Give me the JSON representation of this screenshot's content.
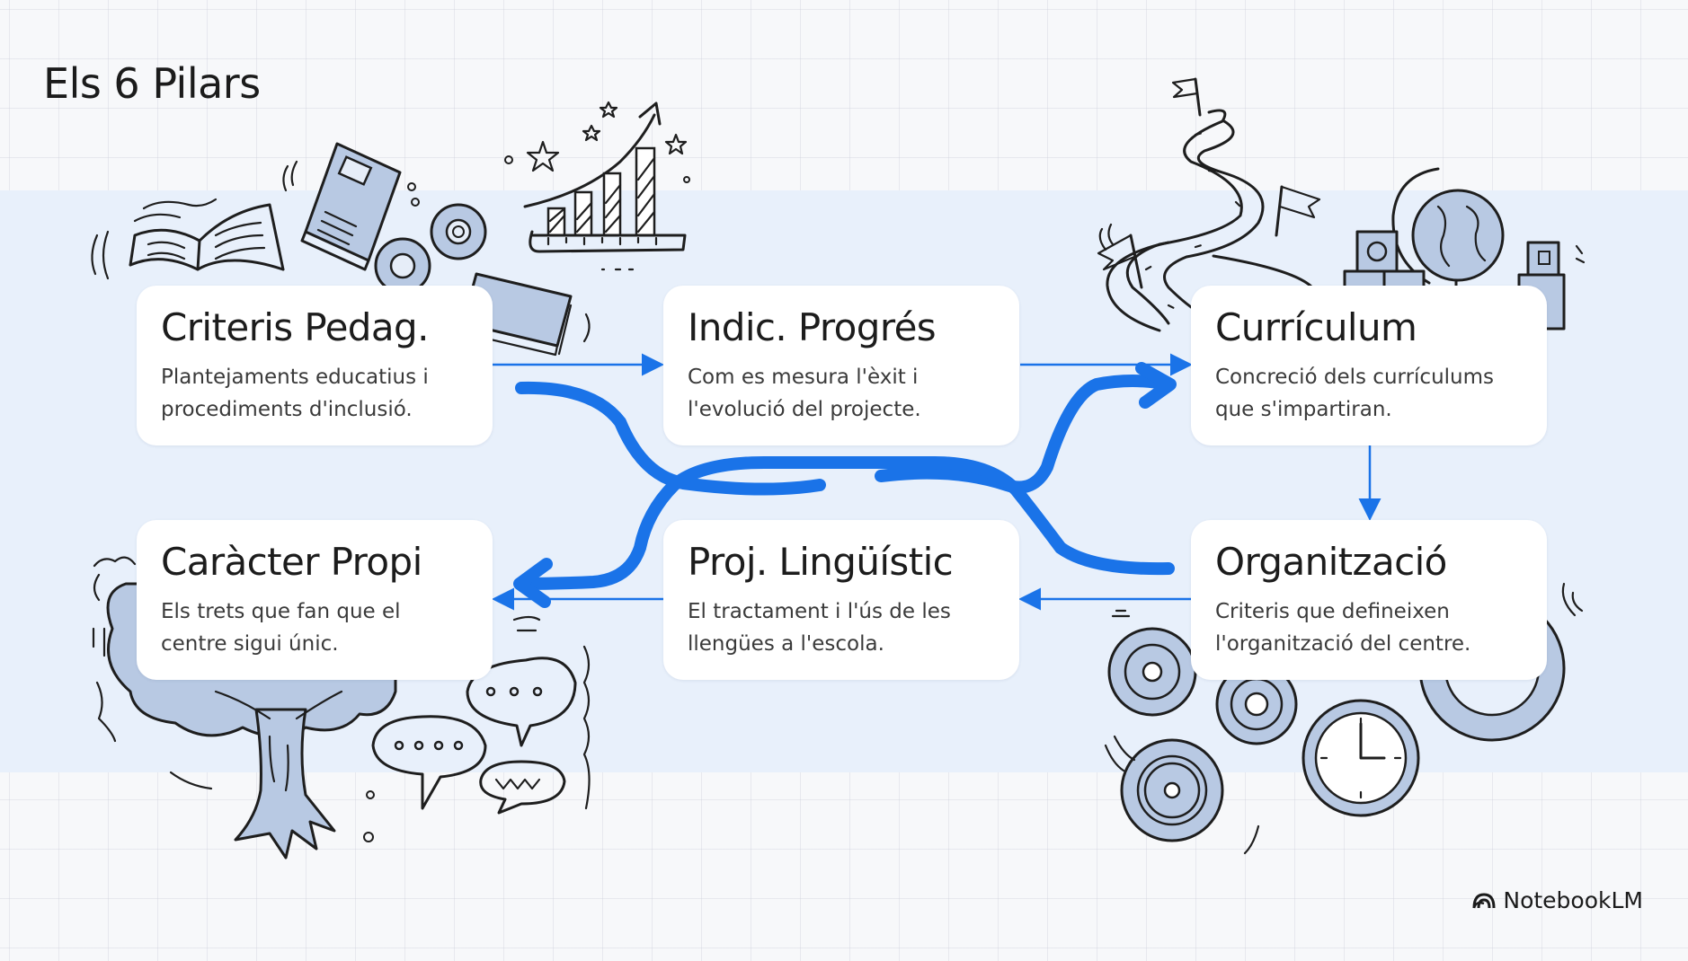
{
  "slide": {
    "title": "Els 6 Pilars",
    "accent_color": "#1a73e8",
    "band_color": "#e8f0fb"
  },
  "pillars": [
    {
      "title": "Criteris Pedag.",
      "description": "Plantejaments educatius i procediments d'inclusió.",
      "illustration": "books-and-gears"
    },
    {
      "title": "Indic. Progrés",
      "description": "Com es mesura l'èxit i l'evolució del projecte.",
      "illustration": "bar-chart-growth"
    },
    {
      "title": "Currículum",
      "description": "Concreció dels currículums que s'impartiran.",
      "illustration": "winding-road-and-globe"
    },
    {
      "title": "Caràcter Propi",
      "description": "Els trets que fan que el centre sigui únic.",
      "illustration": "tree-and-speech-bubbles"
    },
    {
      "title": "Proj. Lingüístic",
      "description": "El tractament i l'ús de les llengües a l'escola.",
      "illustration": "none"
    },
    {
      "title": "Organització",
      "description": "Criteris que defineixen l'organització del centre.",
      "illustration": "gears-and-clock"
    }
  ],
  "flow": {
    "connections": [
      {
        "from": "Criteris Pedag.",
        "to": "Indic. Progrés"
      },
      {
        "from": "Indic. Progrés",
        "to": "Currículum"
      },
      {
        "from": "Currículum",
        "to": "Organització"
      },
      {
        "from": "Organització",
        "to": "Proj. Lingüístic"
      },
      {
        "from": "Proj. Lingüístic",
        "to": "Caràcter Propi"
      }
    ],
    "highlight_arrows": [
      {
        "from": "Criteris Pedag.",
        "to": "Currículum"
      },
      {
        "from": "Organització",
        "to": "Caràcter Propi"
      }
    ]
  },
  "branding": {
    "label": "NotebookLM",
    "icon": "notebooklm-logo-icon"
  }
}
